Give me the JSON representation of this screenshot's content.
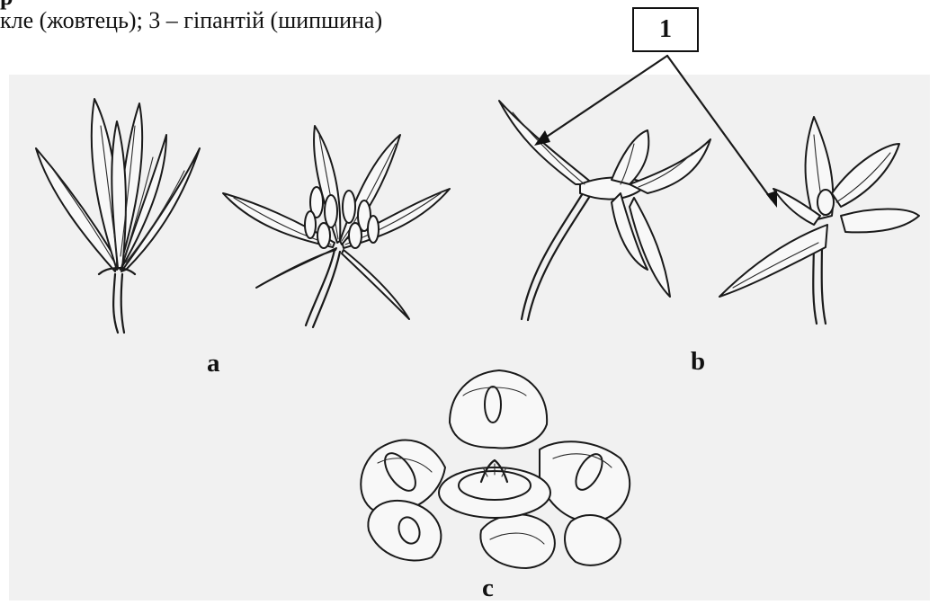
{
  "caption": {
    "top_line": "р",
    "main_line": "кле (жовтець); 3 – гіпантій (шипшина)"
  },
  "callout": {
    "number": "1"
  },
  "panels": {
    "a": {
      "label": "a"
    },
    "b": {
      "label": "b"
    },
    "c": {
      "label": "c"
    }
  },
  "colors": {
    "panel_background": "#f1f1f1",
    "ink": "#1a1a1a"
  }
}
